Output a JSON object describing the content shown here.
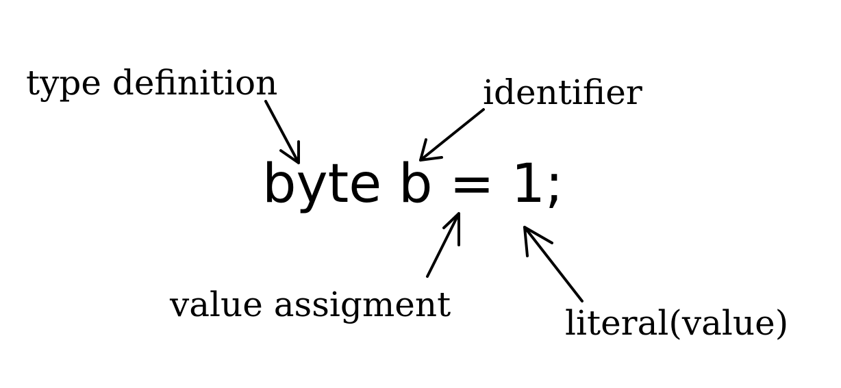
{
  "diagram": {
    "code": "byte b = 1;",
    "labels": {
      "type_definition": "type definition",
      "identifier": "identifier",
      "value_assignment": "value assigment",
      "literal": "literal(value)"
    },
    "colors": {
      "background": "#ffffff",
      "ink": "#000000"
    }
  }
}
